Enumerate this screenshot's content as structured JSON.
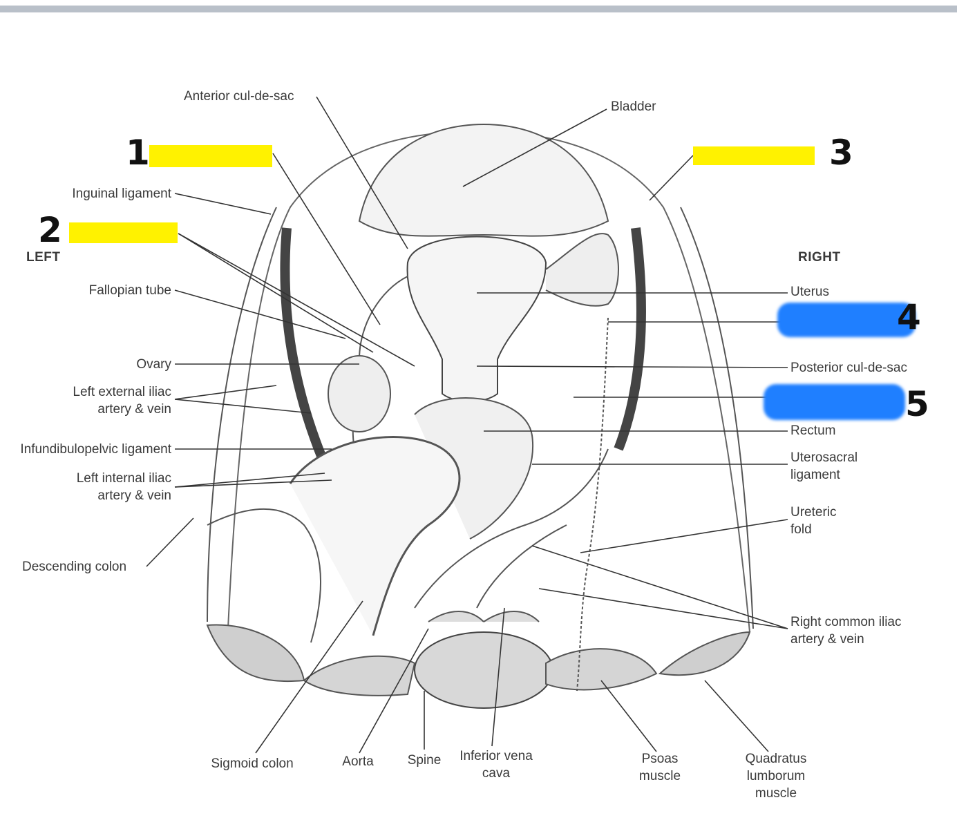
{
  "labels": {
    "anterior_cul_de_sac": "Anterior cul-de-sac",
    "bladder": "Bladder",
    "inguinal_ligament": "Inguinal ligament",
    "left": "LEFT",
    "right": "RIGHT",
    "fallopian_tube": "Fallopian tube",
    "ovary": "Ovary",
    "left_external_iliac_1": "Left external iliac",
    "left_external_iliac_2": "artery & vein",
    "infundibulopelvic": "Infundibulopelvic ligament",
    "left_internal_iliac_1": "Left internal iliac",
    "left_internal_iliac_2": "artery & vein",
    "descending_colon": "Descending colon",
    "uterus": "Uterus",
    "posterior_cul_de_sac": "Posterior cul-de-sac",
    "rectum": "Rectum",
    "uterosacral_1": "Uterosacral",
    "uterosacral_2": "ligament",
    "ureteric_1": "Ureteric",
    "ureteric_2": "fold",
    "right_common_iliac_1": "Right common iliac",
    "right_common_iliac_2": "artery & vein",
    "sigmoid_colon": "Sigmoid colon",
    "aorta": "Aorta",
    "spine": "Spine",
    "ivc_1": "Inferior vena",
    "ivc_2": "cava",
    "psoas_1": "Psoas",
    "psoas_2": "muscle",
    "quadratus_1": "Quadratus",
    "quadratus_2": "lumborum",
    "quadratus_3": "muscle"
  },
  "numbers": {
    "n1": "1",
    "n2": "2",
    "n3": "3",
    "n4": "4",
    "n5": "5"
  },
  "colors": {
    "highlight_yellow": "#fff200",
    "highlight_blue": "#1f7fff"
  }
}
